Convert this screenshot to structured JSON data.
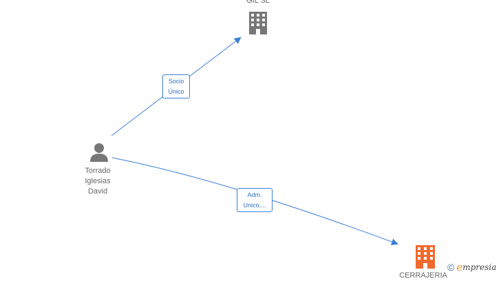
{
  "nodes": {
    "company_top": {
      "label": "GIL SL",
      "kind": "company",
      "color": "#777777"
    },
    "person": {
      "label_lines": [
        "Torrado",
        "Iglesias",
        "David"
      ],
      "kind": "person",
      "color": "#777777"
    },
    "company_bottom": {
      "label": "CERRAJERIA",
      "kind": "company",
      "color": "#f26a2e"
    }
  },
  "edges": {
    "to_top": {
      "label_lines": [
        "Socio",
        "Único"
      ]
    },
    "to_bottom": {
      "label_lines": [
        "Adm.",
        "Unico,..."
      ]
    }
  },
  "colors": {
    "edge": "#3b7fd6",
    "label_text": "#666666"
  },
  "icons": {
    "company": "building-icon",
    "person": "person-icon"
  },
  "brand": {
    "copyright": "©",
    "e_letter": "e",
    "rest": "mpresia"
  }
}
